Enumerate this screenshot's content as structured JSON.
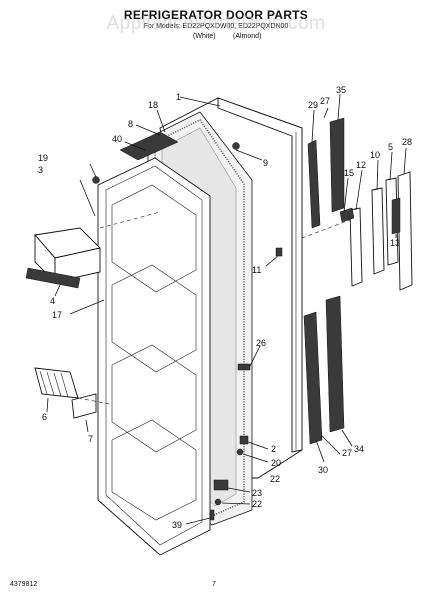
{
  "header": {
    "title": "REFRIGERATOR DOOR PARTS",
    "models": "For Models: ED22PQXDW00, ED22PQXDN00",
    "variant_white": "(White)",
    "variant_almond": "(Almond)"
  },
  "watermark": "AppliancePartsPros.com",
  "footer": {
    "doc_number": "4379812",
    "page_number": "7"
  },
  "callouts": [
    {
      "id": "1",
      "label": "1"
    },
    {
      "id": "2",
      "label": "2"
    },
    {
      "id": "3",
      "label": "3"
    },
    {
      "id": "4",
      "label": "4"
    },
    {
      "id": "5",
      "label": "5"
    },
    {
      "id": "6",
      "label": "6"
    },
    {
      "id": "7",
      "label": "7"
    },
    {
      "id": "8",
      "label": "8"
    },
    {
      "id": "9",
      "label": "9"
    },
    {
      "id": "10",
      "label": "10"
    },
    {
      "id": "11",
      "label": "11"
    },
    {
      "id": "12",
      "label": "12"
    },
    {
      "id": "13",
      "label": "13"
    },
    {
      "id": "15",
      "label": "15"
    },
    {
      "id": "17",
      "label": "17"
    },
    {
      "id": "18",
      "label": "18"
    },
    {
      "id": "19",
      "label": "19"
    },
    {
      "id": "20",
      "label": "20"
    },
    {
      "id": "22a",
      "label": "22"
    },
    {
      "id": "22b",
      "label": "22"
    },
    {
      "id": "23",
      "label": "23"
    },
    {
      "id": "26",
      "label": "26"
    },
    {
      "id": "27a",
      "label": "27"
    },
    {
      "id": "27b",
      "label": "27"
    },
    {
      "id": "28",
      "label": "28"
    },
    {
      "id": "29",
      "label": "29"
    },
    {
      "id": "30",
      "label": "30"
    },
    {
      "id": "34",
      "label": "34"
    },
    {
      "id": "35",
      "label": "35"
    },
    {
      "id": "39",
      "label": "39"
    },
    {
      "id": "40",
      "label": "40"
    }
  ]
}
